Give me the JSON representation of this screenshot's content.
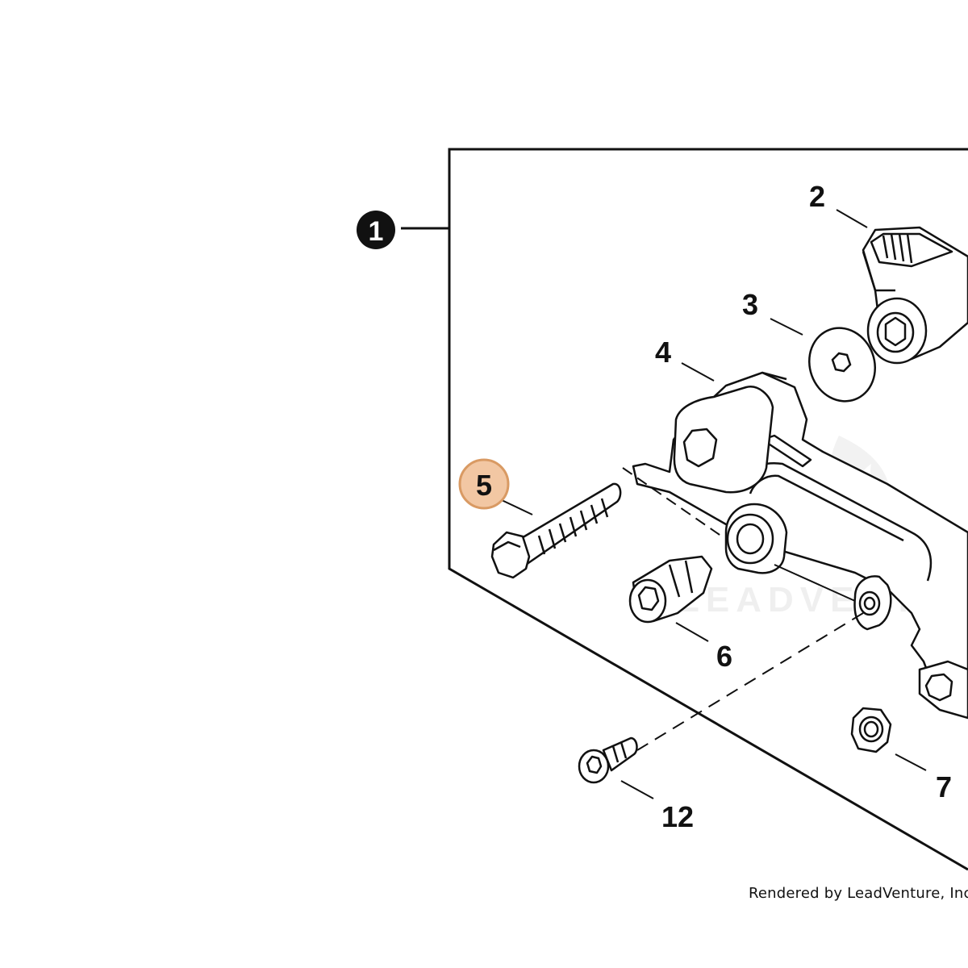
{
  "diagram": {
    "assembly_callout": "1",
    "callouts": [
      {
        "id": "c2",
        "label": "2"
      },
      {
        "id": "c3",
        "label": "3"
      },
      {
        "id": "c4",
        "label": "4"
      },
      {
        "id": "c5",
        "label": "5",
        "highlighted": true
      },
      {
        "id": "c6",
        "label": "6"
      },
      {
        "id": "c7",
        "label": "7"
      },
      {
        "id": "c12",
        "label": "12"
      }
    ],
    "highlight_color": "#f2c7a3",
    "highlight_border": "#d99a63",
    "watermark_text": "LEADVENTURE",
    "credit": "Rendered by LeadVenture, Inc."
  }
}
